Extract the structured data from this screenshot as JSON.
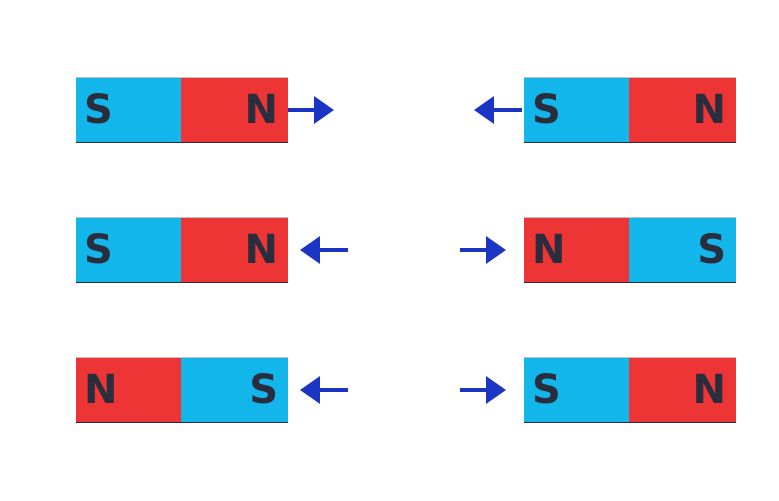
{
  "colors": {
    "south": "#13b6ea",
    "north": "#ee3535",
    "arrow": "#1a35c4"
  },
  "rows": [
    {
      "left": {
        "poles": [
          "S",
          "N"
        ],
        "arrow": "right"
      },
      "right": {
        "poles": [
          "S",
          "N"
        ],
        "arrow": "left"
      }
    },
    {
      "left": {
        "poles": [
          "S",
          "N"
        ],
        "arrow": "left"
      },
      "right": {
        "poles": [
          "N",
          "S"
        ],
        "arrow": "right"
      }
    },
    {
      "left": {
        "poles": [
          "N",
          "S"
        ],
        "arrow": "left"
      },
      "right": {
        "poles": [
          "S",
          "N"
        ],
        "arrow": "right"
      }
    }
  ]
}
